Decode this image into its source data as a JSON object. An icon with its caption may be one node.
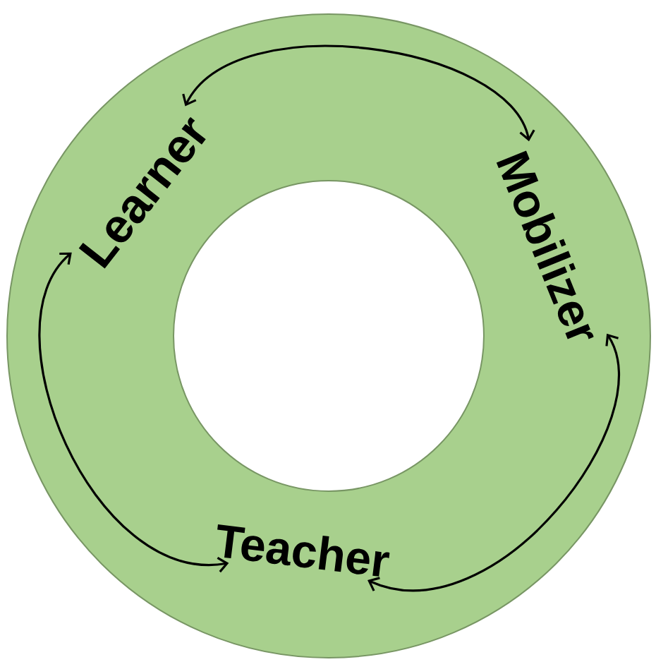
{
  "diagram": {
    "nodes": [
      {
        "text": [
          "Learner"
        ]
      },
      {
        "text": [
          "Mobilizer"
        ]
      },
      {
        "text": [
          "Teacher"
        ]
      }
    ],
    "edges": [
      {
        "from": 0,
        "to": 1,
        "arrow": "both"
      },
      {
        "from": 1,
        "to": 2,
        "arrow": "both"
      },
      {
        "from": 2,
        "to": 0,
        "arrow": "both"
      }
    ]
  }
}
